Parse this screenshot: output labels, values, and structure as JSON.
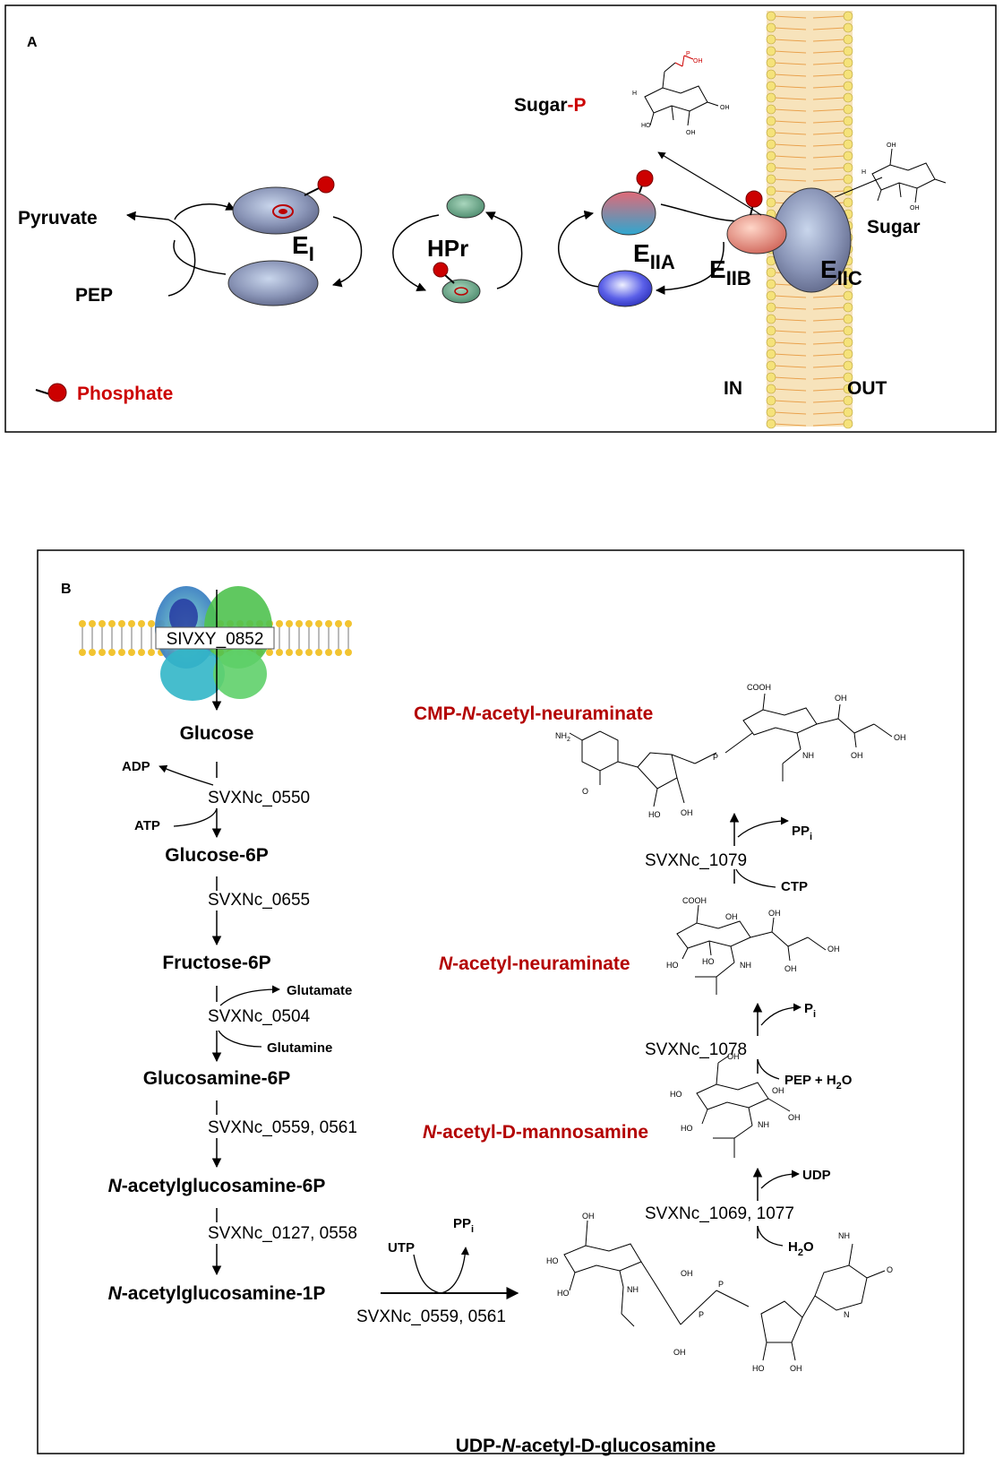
{
  "panel_a": {
    "label": "A",
    "pyruvate": "Pyruvate",
    "pep": "PEP",
    "ei": "E",
    "ei_sub": "I",
    "hpr": "HPr",
    "eiia": "E",
    "eiia_sub": "IIA",
    "eiib": "E",
    "eiib_sub": "IIB",
    "eiic": "E",
    "eiic_sub": "IIC",
    "sugar_p_main": "Sugar",
    "sugar_p_suffix": "-P",
    "sugar": "Sugar",
    "phosphate": "Phosphate",
    "in_label": "IN",
    "out_label": "OUT",
    "colors": {
      "phosphate": "#cc0000",
      "enzyme": "#8a94b4",
      "hpr": "#5f9a7e",
      "membrane": "#f3d9a4"
    }
  },
  "panel_b": {
    "label": "B",
    "transporter": "SIVXY_0852",
    "left_chain": {
      "glucose": "Glucose",
      "adp": "ADP",
      "enz_0550": "SVXNc_0550",
      "atp": "ATP",
      "glucose6p": "Glucose-6P",
      "enz_0655": "SVXNc_0655",
      "fructose6p": "Fructose-6P",
      "glutamate": "Glutamate",
      "enz_0504": "SVXNc_0504",
      "glutamine": "Glutamine",
      "glucosamine6p": "Glucosamine-6P",
      "enz_0559": "SVXNc_0559, 0561",
      "nag6p_italic": "N",
      "nag6p_rest": "-acetylglucosamine-6P",
      "enz_0127": "SVXNc_0127, 0558",
      "nag1p_italic": "N",
      "nag1p_rest": "-acetylglucosamine-1P",
      "utp": "UTP",
      "ppi": "PP",
      "ppi_sub": "i",
      "enz_bottom": "SVXNc_0559, 0561"
    },
    "right_chain": {
      "udp_nag_pre": "UDP-",
      "udp_nag_italic": "N",
      "udp_nag_rest": "-acetyl-D-glucosamine",
      "enz_1069": "SVXNc_1069, 1077",
      "udp": "UDP",
      "h2o": "H",
      "h2o_sub": "2",
      "h2o_end": "O",
      "manac_italic": "N",
      "manac_rest": "-acetyl-D-mannosamine",
      "enz_1078": "SVXNc_1078",
      "pi": "P",
      "pi_sub": "i",
      "pep_h2o": "PEP + H",
      "pep_h2o_sub": "2",
      "pep_h2o_end": "O",
      "neu_italic": "N",
      "neu_rest": "-acetyl-neuraminate",
      "enz_1079": "SVXNc_1079",
      "ppi": "PP",
      "ppi_sub": "i",
      "ctp": "CTP",
      "cmp_pre": "CMP-",
      "cmp_italic": "N",
      "cmp_rest": "-acetyl-neuraminate"
    },
    "chem": {
      "cooh": "COOH",
      "oh": "OH",
      "ho": "HO",
      "nh": "NH",
      "nh2": "NH",
      "nh2_sub": "2",
      "o": "O",
      "p": "P",
      "n": "N",
      "h": "H"
    },
    "colors": {
      "highlight": "#b30000"
    }
  }
}
